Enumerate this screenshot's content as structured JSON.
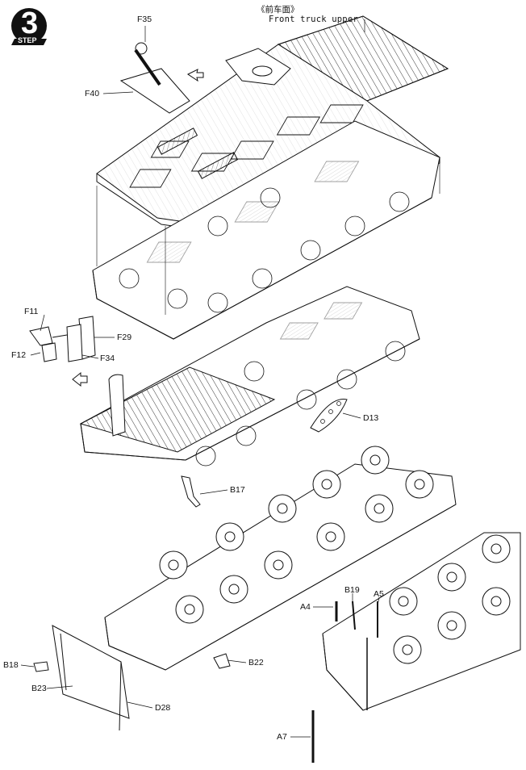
{
  "step": {
    "number": "3",
    "word": "STEP"
  },
  "title": {
    "chinese": "《前车面》",
    "english": "Front truck upper"
  },
  "parts": {
    "F35": "F35",
    "F40": "F40",
    "F11": "F11",
    "F12": "F12",
    "F29": "F29",
    "F34": "F34",
    "D13": "D13",
    "B17": "B17",
    "B18": "B18",
    "B23": "B23",
    "B22": "B22",
    "D28": "D28",
    "A4": "A4",
    "B19": "B19",
    "A5": "A5",
    "A7": "A7"
  }
}
